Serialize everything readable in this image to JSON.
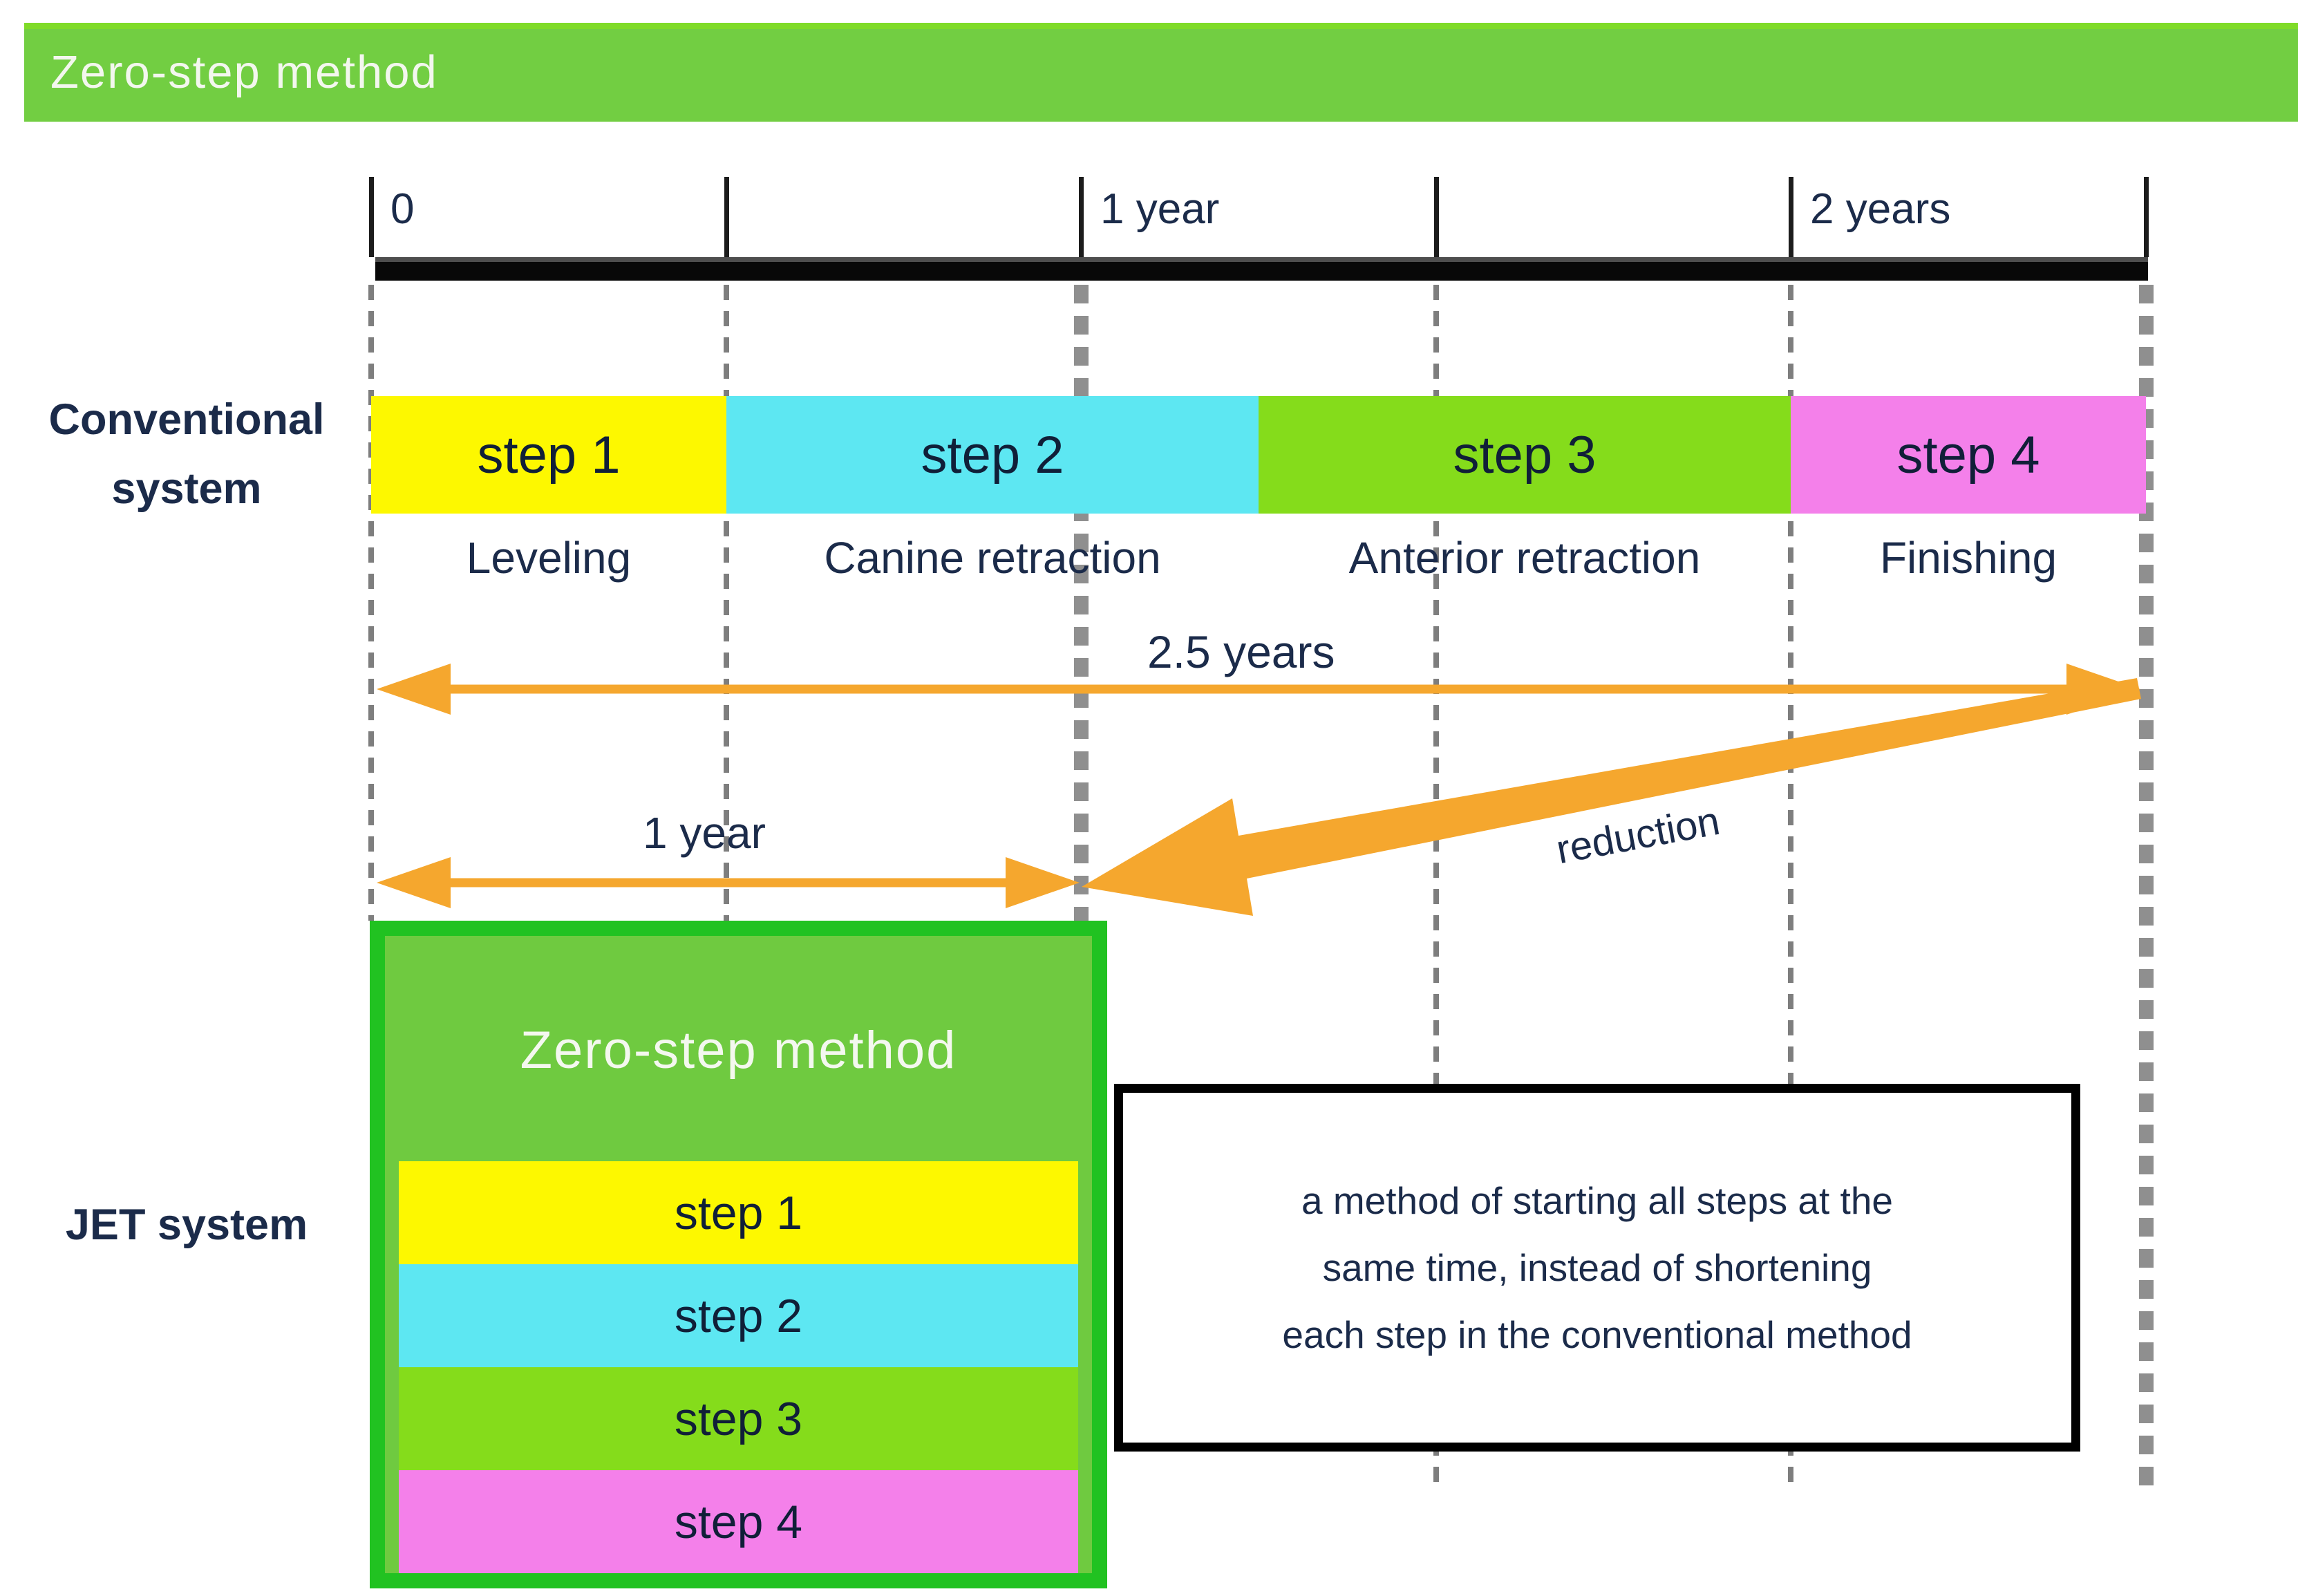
{
  "banner": {
    "title": "Zero-step method",
    "bg": "#72ce42",
    "top_strip": "#7fdb28",
    "text_color": "#f3f7ee"
  },
  "timeline": {
    "total_years": 2.5,
    "ticks": [
      {
        "t": 0,
        "label": "0",
        "dash": "thin",
        "dash_end": "jet"
      },
      {
        "t": 0.5,
        "label": "",
        "dash": "thin",
        "dash_end": "jet"
      },
      {
        "t": 1,
        "label": "1 year",
        "dash": "thick",
        "dash_end": "jet"
      },
      {
        "t": 1.5,
        "label": "",
        "dash": "thin",
        "dash_end": "deep"
      },
      {
        "t": 2,
        "label": "2 years",
        "dash": "thin",
        "dash_end": "deep"
      },
      {
        "t": 2.5,
        "label": "",
        "dash": "thick",
        "dash_end": "deep"
      }
    ]
  },
  "conventional": {
    "label": "Conventional system",
    "duration_label": "2.5 years",
    "steps": [
      {
        "label": "step 1",
        "sublabel": "Leveling",
        "from_years": 0,
        "to_years": 0.5,
        "color": "#fdf800"
      },
      {
        "label": "step 2",
        "sublabel": "Canine retraction",
        "from_years": 0.5,
        "to_years": 1.25,
        "color": "#5de7f2"
      },
      {
        "label": "step 3",
        "sublabel": "Anterior retraction",
        "from_years": 1.25,
        "to_years": 2,
        "color": "#85dc1b"
      },
      {
        "label": "step 4",
        "sublabel": "Finishing",
        "from_years": 2,
        "to_years": 2.5,
        "color": "#f480ea"
      }
    ]
  },
  "jet": {
    "label": "JET system",
    "box_title": "Zero-step method",
    "duration_label": "1 year",
    "duration_years": 1,
    "border_color": "#21c221",
    "fill_color": "#6fca40",
    "steps": [
      {
        "label": "step 1",
        "color": "#fdf800"
      },
      {
        "label": "step 2",
        "color": "#5de7f2"
      },
      {
        "label": "step 3",
        "color": "#85dc1b"
      },
      {
        "label": "step 4",
        "color": "#f480ea"
      }
    ]
  },
  "reduction_label": "reduction",
  "note": {
    "lines": [
      "a method of starting all steps at the",
      "same time, instead of shortening",
      "each step in the conventional method"
    ]
  },
  "colors": {
    "arrow_orange": "#f5a72e",
    "text_navy": "#1b2b4a",
    "bar_black": "#080808",
    "dash_gray": "#8a8a8a"
  }
}
